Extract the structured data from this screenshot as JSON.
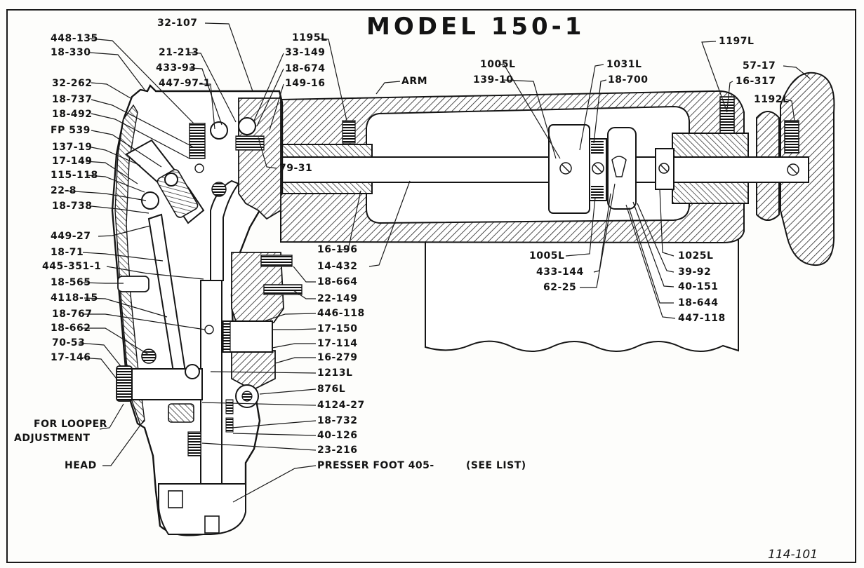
{
  "title": "MODEL 150-1",
  "sheet_number": "114-101",
  "callouts": {
    "p448_135": "448-135",
    "p18_330": "18-330",
    "p32_262": "32-262",
    "p18_737": "18-737",
    "p18_492": "18-492",
    "fp539": "FP 539",
    "p137_19": "137-19",
    "p17_149": "17-149",
    "p115_118": "115-118",
    "p22_8": "22-8",
    "p18_738": "18-738",
    "p449_27": "449-27",
    "p18_71": "18-71",
    "p445_351_1": "445-351-1",
    "p18_565": "18-565",
    "p4118_15": "4118-15",
    "p18_767": "18-767",
    "p18_662": "18-662",
    "p70_53": "70-53",
    "p17_146": "17-146",
    "for_looper_1": "FOR LOOPER",
    "for_looper_2": "ADJUSTMENT",
    "head": "HEAD",
    "p32_107": "32-107",
    "p21_213": "21-213",
    "p433_93": "433-93",
    "p447_97_1": "447-97-1",
    "p1195l": "1195L",
    "p33_149": "33-149",
    "p18_674": "18-674",
    "p149_16": "149-16",
    "arm": "ARM",
    "p79_31": "79-31",
    "p16_196": "16-196",
    "p14_432": "14-432",
    "p18_664": "18-664",
    "p22_149": "22-149",
    "p446_118": "446-118",
    "p17_150": "17-150",
    "p17_114": "17-114",
    "p16_279": "16-279",
    "p1213l": "1213L",
    "p876l": "876L",
    "p4124_27": "4124-27",
    "p18_732": "18-732",
    "p40_126": "40-126",
    "p23_216": "23-216",
    "presser_foot": "PRESSER FOOT 405-",
    "see_list": "(SEE LIST)",
    "p1005l_top": "1005L",
    "p139_10": "139-10",
    "p1031l": "1031L",
    "p18_700": "18-700",
    "p1005l_bottom": "1005L",
    "p433_144": "433-144",
    "p62_25": "62-25",
    "p1025l": "1025L",
    "p39_92": "39-92",
    "p40_151": "40-151",
    "p18_644": "18-644",
    "p447_118": "447-118",
    "p1197l": "1197L",
    "p57_17": "57-17",
    "p16_317": "16-317",
    "p1192l": "1192L"
  }
}
